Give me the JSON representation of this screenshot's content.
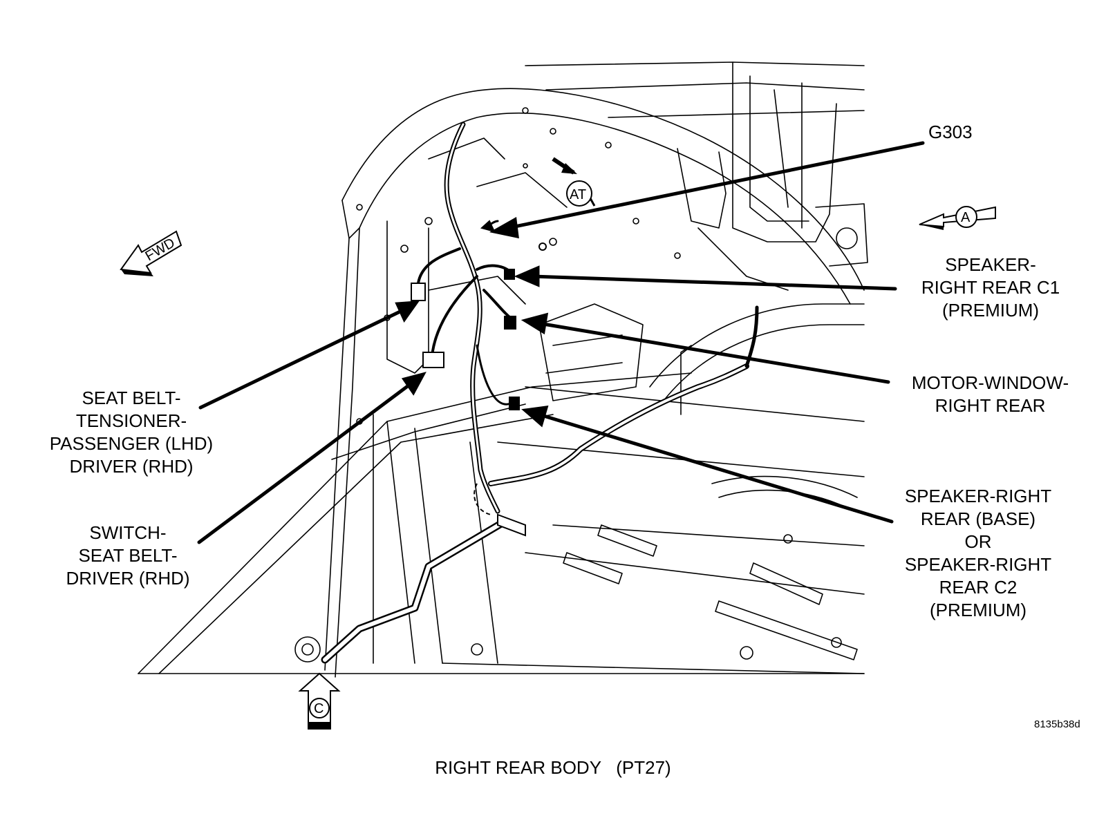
{
  "labels": {
    "g303": "G303",
    "speaker_rr_c1": "SPEAKER-\nRIGHT REAR C1\n(PREMIUM)",
    "motor_window_rr": "MOTOR-WINDOW-\nRIGHT REAR",
    "speaker_rr_base": "SPEAKER-RIGHT\nREAR (BASE)\nOR\nSPEAKER-RIGHT\nREAR C2\n(PREMIUM)",
    "seat_belt_tensioner": "SEAT BELT-\nTENSIONER-\nPASSENGER (LHD)\nDRIVER (RHD)",
    "switch_seat_belt": "SWITCH-\nSEAT BELT-\nDRIVER (RHD)"
  },
  "markers": {
    "fwd": "FWD",
    "view_a": "A",
    "view_c": "C",
    "at": "AT"
  },
  "figure_id": "8135b38d",
  "caption": "RIGHT REAR BODY   (PT27)"
}
